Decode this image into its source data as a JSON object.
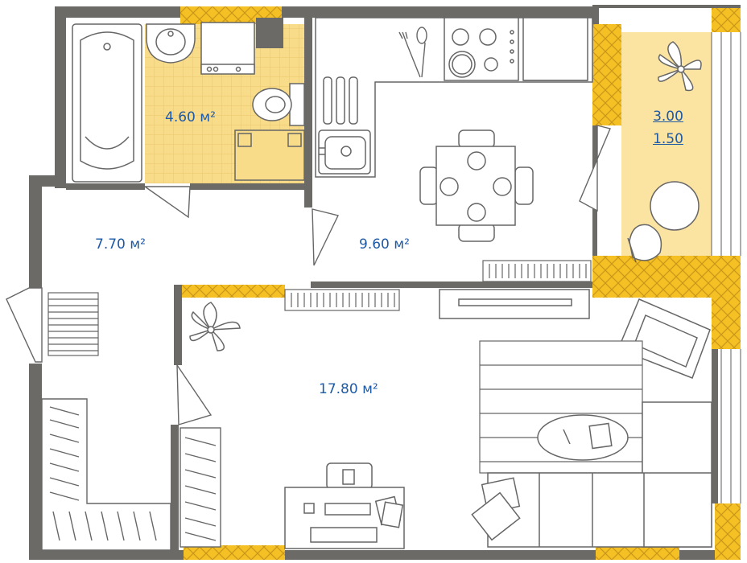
{
  "rooms": {
    "bathroom": {
      "area": "4.60 м²"
    },
    "hall": {
      "area": "7.70 м²"
    },
    "kitchen": {
      "area": "9.60 м²"
    },
    "living": {
      "area": "17.80 м²"
    },
    "balcony": {
      "line1": "3.00",
      "line2": "1.50"
    }
  },
  "colors": {
    "wall": "#6b6a66",
    "line": "#666666",
    "accent": "#f4c024",
    "tile": "#f9dc8a",
    "balcony_floor": "#fbe3a1",
    "label": "#1f5aa6"
  }
}
